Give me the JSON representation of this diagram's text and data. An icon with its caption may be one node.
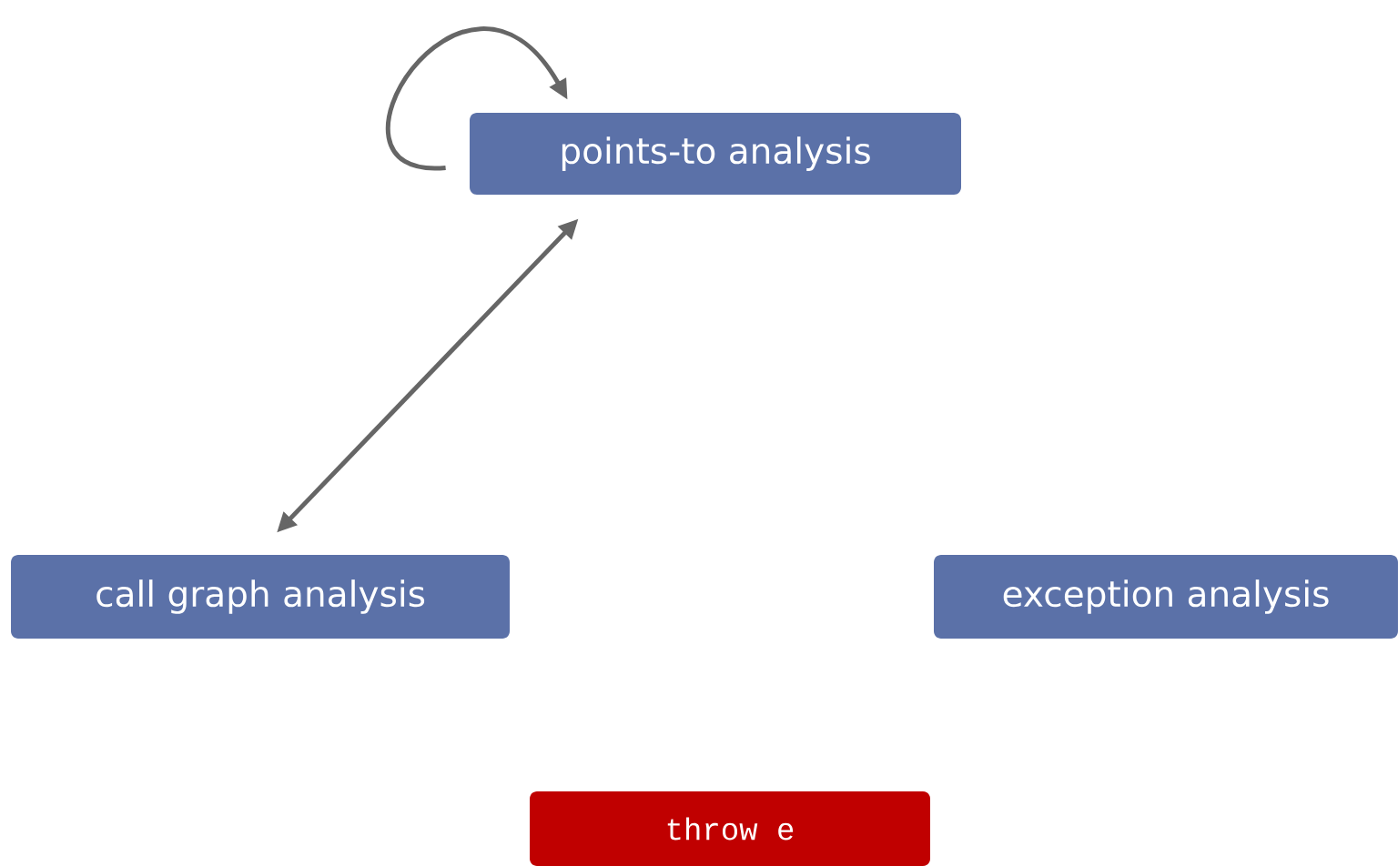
{
  "diagram": {
    "nodes": [
      {
        "text": [
          "points-to analysis"
        ]
      },
      {
        "text": [
          "call graph analysis"
        ]
      },
      {
        "text": [
          "exception analysis"
        ]
      },
      {
        "text": [
          "throw e"
        ]
      }
    ],
    "edges": [
      {
        "from": 0,
        "to": 0,
        "arrow": "to"
      },
      {
        "from": 0,
        "to": 1,
        "arrow": "both"
      }
    ]
  }
}
